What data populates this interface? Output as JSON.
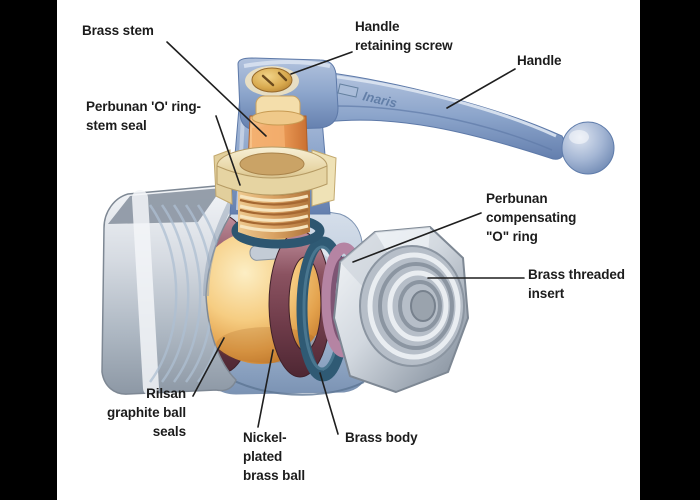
{
  "diagram": {
    "description": "Cutaway illustration of a brass ball valve with labeled parts",
    "handle_logo": "Inaris",
    "labels": {
      "brass_stem": "Brass stem",
      "handle_retaining_screw": "Handle\nretaining screw",
      "handle": "Handle",
      "perbunan_o_ring_stem_seal": "Perbunan 'O' ring-\nstem seal",
      "perbunan_compensating_o_ring": "Perbunan\ncompensating\n\"O\" ring",
      "brass_threaded_insert": "Brass threaded\ninsert",
      "rilsan_graphite_ball_seals": "Rilsan\ngraphite ball\nseals",
      "nickel_plated_brass_ball": "Nickel-\nplated\nbrass ball",
      "brass_body": "Brass body"
    },
    "colors": {
      "background": "#ffffff",
      "frame_bars": "#000000",
      "label_text": "#1c1c1c",
      "handle_blue": "#8ca5cb",
      "body_blue_grey": "#b9c7da",
      "metal_silver": "#d6dbe2",
      "brass_gold": "#f0c474",
      "stem_orange": "#ec9c58",
      "seal_maroon": "#7b4150",
      "o_ring_blue": "#2f5a74",
      "compensating_ring_pink": "#b584a3"
    }
  }
}
